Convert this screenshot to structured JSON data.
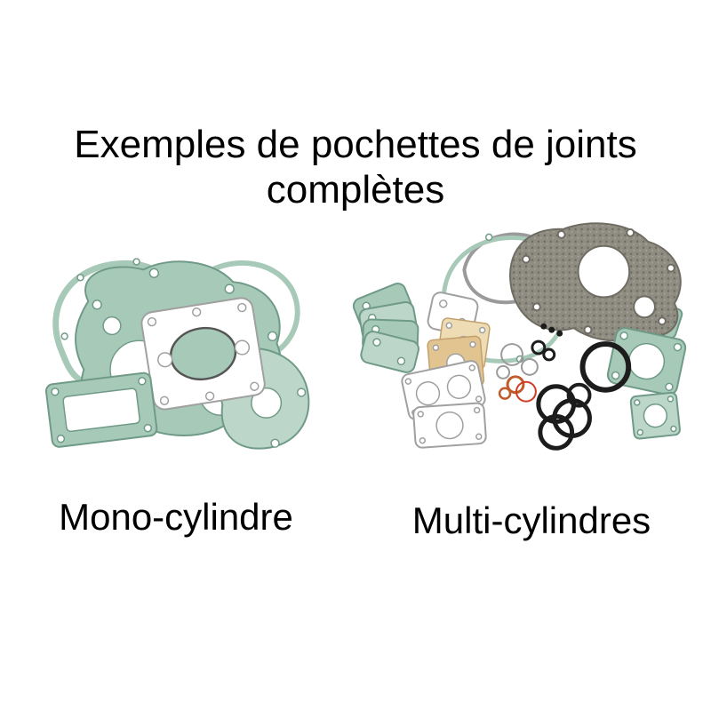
{
  "content": {
    "title_line1": "Exemples de pochettes de joints",
    "title_line2": "complètes",
    "labels": {
      "mono": "Mono-cylindre",
      "multi": "Multi-cylindres"
    }
  },
  "colors": {
    "background": "#ffffff",
    "text": "#000000",
    "gasket_teal": "#a7c9b8",
    "gasket_teal_light": "#bcd6c9",
    "gasket_teal_dark": "#6f9a88",
    "outline_gray": "#a0a0a0",
    "gasket_dark": "#8f8d82",
    "gasket_dark_edge": "#6f6d63",
    "gasket_tan": "#e2c491",
    "gasket_tan_light": "#eedcb4",
    "gasket_tan_dark": "#c3a06c",
    "oring_black": "#1c1c1c",
    "oring_copper": "#c05a2a",
    "oring_red": "#cf3b21"
  }
}
